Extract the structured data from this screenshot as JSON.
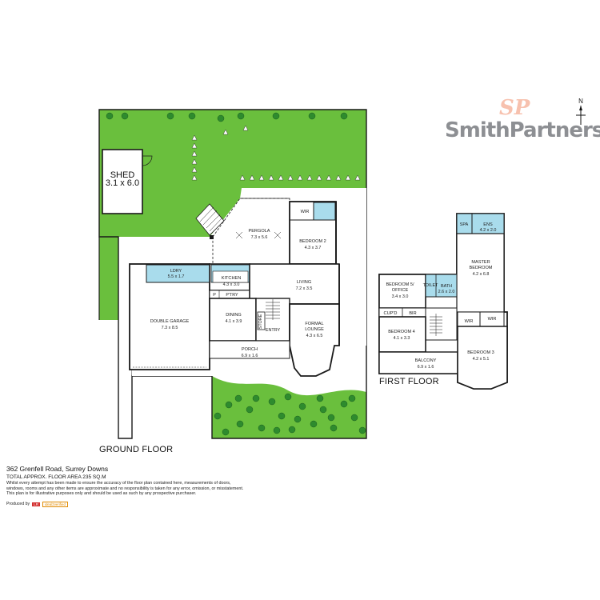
{
  "brand": {
    "name": "SmithPartners",
    "monogram": "SP"
  },
  "compass": {
    "label": "N"
  },
  "colors": {
    "lawn": "#6abf3d",
    "tree_fill": "#2e8b2e",
    "wet_area": "#a9dcec",
    "wall": "#1a1a1a",
    "room_fill": "#ffffff"
  },
  "plan": {
    "ground_floor": {
      "title": "GROUND FLOOR",
      "rooms": [
        {
          "id": "shed",
          "name": "SHED",
          "dims": "3.1 x 6.0"
        },
        {
          "id": "pergola",
          "name": "PERGOLA",
          "dims": "7.3 x 5.6"
        },
        {
          "id": "bedroom2",
          "name": "BEDROOM 2",
          "dims": "4.3 x 3.7"
        },
        {
          "id": "wir",
          "name": "WIR",
          "dims": ""
        },
        {
          "id": "ldry",
          "name": "LDRY",
          "dims": "5.5 x 1.7"
        },
        {
          "id": "kitchen",
          "name": "KITCHEN",
          "dims": "4.3 x 3.0"
        },
        {
          "id": "living",
          "name": "LIVING",
          "dims": "7.2 x 3.5"
        },
        {
          "id": "garage",
          "name": "DOUBLE GARAGE",
          "dims": "7.3 x 8.5"
        },
        {
          "id": "dining",
          "name": "DINING",
          "dims": "4.1 x 3.9"
        },
        {
          "id": "store",
          "name": "STORE",
          "dims": ""
        },
        {
          "id": "entry",
          "name": "ENTRY",
          "dims": ""
        },
        {
          "id": "formal",
          "name": "FORMAL\nLOUNGE",
          "dims": "4.3 x 6.5"
        },
        {
          "id": "porch",
          "name": "PORCH",
          "dims": "6.9 x 1.6"
        },
        {
          "id": "pantry_p",
          "name": "P",
          "dims": ""
        },
        {
          "id": "pantry",
          "name": "P'TRY",
          "dims": ""
        }
      ]
    },
    "first_floor": {
      "title": "FIRST FLOOR",
      "rooms": [
        {
          "id": "spa",
          "name": "SPA",
          "dims": ""
        },
        {
          "id": "ens",
          "name": "ENS",
          "dims": "4.2 x 2.0"
        },
        {
          "id": "master",
          "name": "MASTER\nBEDROOM",
          "dims": "4.2 x 6.8"
        },
        {
          "id": "bed5",
          "name": "BEDROOM 5/\nOFFICE",
          "dims": "3.4 x 3.0"
        },
        {
          "id": "toilet",
          "name": "TOILET",
          "dims": ""
        },
        {
          "id": "bath",
          "name": "BATH",
          "dims": "2.6 x 2.0"
        },
        {
          "id": "cupd",
          "name": "CUP'D",
          "dims": ""
        },
        {
          "id": "bir",
          "name": "BIR",
          "dims": ""
        },
        {
          "id": "bed4",
          "name": "BEDROOM 4",
          "dims": "4.1 x 3.3"
        },
        {
          "id": "wir_a",
          "name": "WIR",
          "dims": ""
        },
        {
          "id": "wir_b",
          "name": "WIR",
          "dims": ""
        },
        {
          "id": "balcony",
          "name": "BALCONY",
          "dims": "6.9 x 1.6"
        },
        {
          "id": "bed3",
          "name": "BEDROOM 3",
          "dims": "4.2 x 5.1"
        }
      ]
    }
  },
  "footer": {
    "address": "362 Grenfell Road, Surrey Downs",
    "total_area": "TOTAL APPROX. FLOOR AREA 235 SQ.M",
    "disclaimer_lines": [
      "Whilst every attempt has been made to ensure the accuracy of the floor plan contained here, measurements of doors,",
      "windows, rooms and any other items are approximate and no responsibility is taken for any error, omission, or misstatement.",
      "This plan is for illustrative purposes only and should be used as such by any prospective purchaser."
    ],
    "produced_by": "Produced by",
    "producer_badge_1": "LR",
    "producer_badge_2": "ideal2verified"
  }
}
